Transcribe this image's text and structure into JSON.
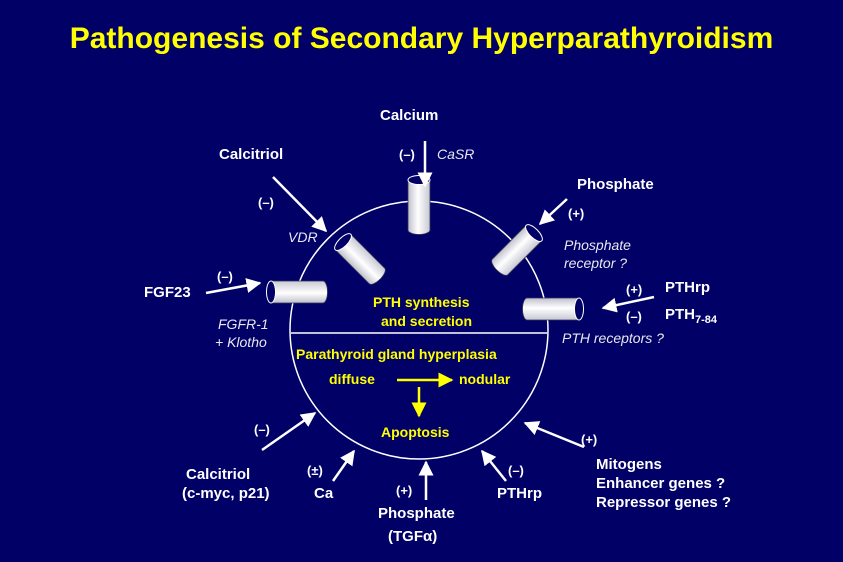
{
  "title": "Pathogenesis of Secondary Hyperparathyroidism",
  "center": {
    "synthesis_line1": "PTH synthesis",
    "synthesis_line2": "and secretion",
    "hyperplasia": "Parathyroid gland hyperplasia",
    "diffuse": "diffuse",
    "nodular": "nodular",
    "apoptosis": "Apoptosis"
  },
  "receptors": {
    "casr": "CaSR",
    "vdr": "VDR",
    "phosphate_receptor_1": "Phosphate",
    "phosphate_receptor_2": "receptor ?",
    "fgfr_1": "FGFR-1",
    "fgfr_2": "+ Klotho",
    "pth_receptors": "PTH receptors ?"
  },
  "factors": {
    "calcium": {
      "label": "Calcium",
      "sign": "(–)"
    },
    "calcitriol_top": {
      "label": "Calcitriol",
      "sign": "(–)"
    },
    "phosphate_top": {
      "label": "Phosphate",
      "sign": "(+)"
    },
    "fgf23": {
      "label": "FGF23",
      "sign": "(–)"
    },
    "pthrp_right": {
      "label": "PTHrp",
      "sign": "(+)"
    },
    "pth784": {
      "label": "PTH",
      "sub": "7-84",
      "sign": "(–)"
    },
    "calcitriol_bottom": {
      "label1": "Calcitriol",
      "label2": "(c-myc, p21)",
      "sign": "(–)"
    },
    "ca_bottom": {
      "label": "Ca",
      "sign": "(±)"
    },
    "phosphate_bottom": {
      "label": "Phosphate",
      "label2": "(TGFα)",
      "sign": "(+)"
    },
    "pthrp_bottom": {
      "label": "PTHrp",
      "sign": "(–)"
    },
    "mitogens": {
      "label1": "Mitogens",
      "label2": "Enhancer genes ?",
      "label3": "Repressor genes ?",
      "sign": "(+)"
    }
  },
  "colors": {
    "background": "#000066",
    "title": "#ffff00",
    "text": "#ffffff",
    "accent": "#ffff00"
  }
}
